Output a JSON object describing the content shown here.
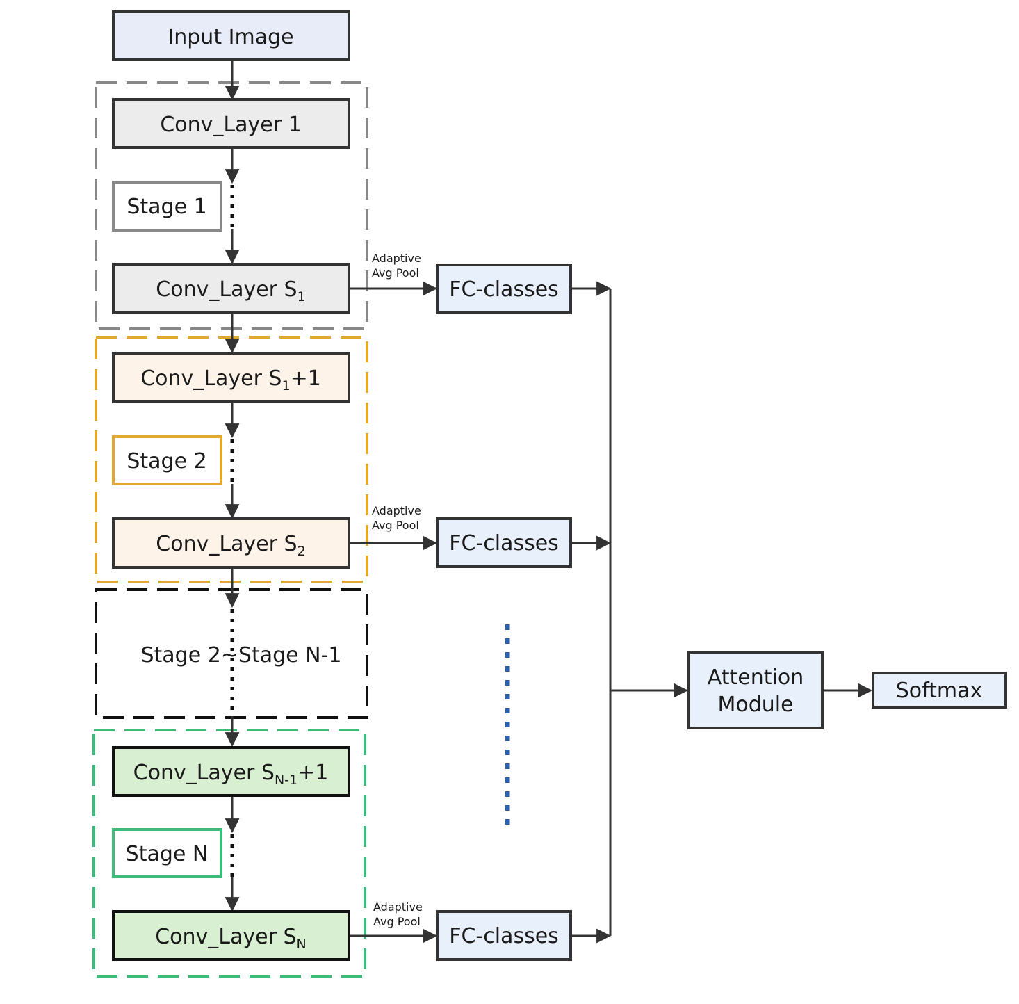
{
  "nodes": {
    "input_image": "Input Image",
    "conv_layer_1": "Conv_Layer 1",
    "stage_1": "Stage 1",
    "conv_layer_s1_base": "Conv_Layer S",
    "conv_layer_s1_sub": "1",
    "conv_layer_s1p1_base": "Conv_Layer S",
    "conv_layer_s1p1_sub": "1",
    "conv_layer_s1p1_suffix": "+1",
    "stage_2": "Stage 2",
    "conv_layer_s2_base": "Conv_Layer S",
    "conv_layer_s2_sub": "2",
    "stage_range": "Stage 2~Stage N-1",
    "conv_layer_sn1p1_base": "Conv_Layer S",
    "conv_layer_sn1p1_sub": "N-1",
    "conv_layer_sn1p1_suffix": "+1",
    "stage_n": "Stage N",
    "conv_layer_sn_base": "Conv_Layer S",
    "conv_layer_sn_sub": "N",
    "fc_classes": "FC-classes",
    "attention_line1": "Attention",
    "attention_line2": "Module",
    "softmax": "Softmax"
  },
  "edge_labels": {
    "pool_line1": "Adaptive",
    "pool_line2": "Avg Pool"
  },
  "colors": {
    "input_fill": "#e8ecf8",
    "gray_fill": "#ececec",
    "gray_border": "#888888",
    "orange_fill": "#fdf3e8",
    "orange_border": "#e0a82e",
    "green_fill": "#d9efd2",
    "green_border": "#3dbb78",
    "blue_fill": "#e8f1fb",
    "black_border": "#111111",
    "dots_blue": "#2f5fa8",
    "line": "#333333"
  }
}
